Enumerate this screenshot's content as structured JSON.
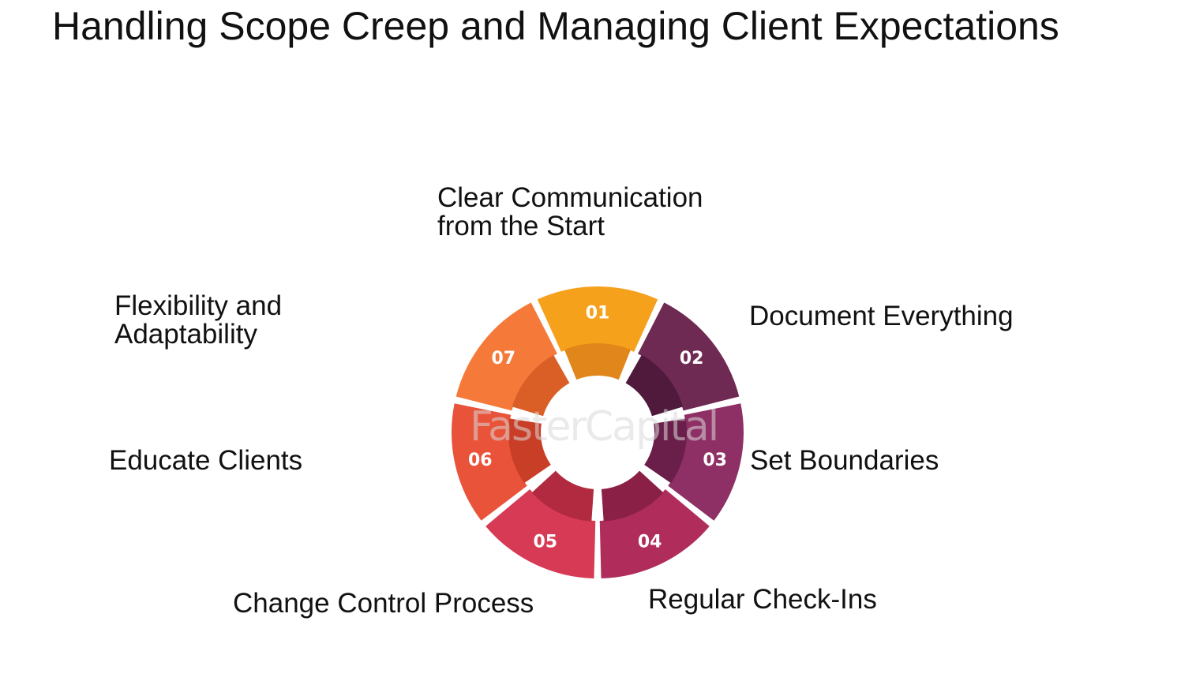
{
  "title": "Handling Scope Creep and Managing Client Expectations",
  "steps": [
    {
      "number": "01",
      "lines": [
        "Clear Communication",
        "from the Start"
      ],
      "color": "#F5A11C",
      "inner_color": "#E0861A"
    },
    {
      "number": "02",
      "lines": [
        "Document Everything"
      ],
      "color": "#6E2A52",
      "inner_color": "#4F1A3B"
    },
    {
      "number": "03",
      "lines": [
        "Set Boundaries"
      ],
      "color": "#8E2F65",
      "inner_color": "#6A1F4A"
    },
    {
      "number": "04",
      "lines": [
        "Regular Check-Ins"
      ],
      "color": "#B02C5B",
      "inner_color": "#8A2045"
    },
    {
      "number": "05",
      "lines": [
        "Change Control Process"
      ],
      "color": "#D63A55",
      "inner_color": "#B22A3F"
    },
    {
      "number": "06",
      "lines": [
        "Educate Clients"
      ],
      "color": "#E8533A",
      "inner_color": "#C93E26"
    },
    {
      "number": "07",
      "lines": [
        "Flexibility and",
        "Adaptability"
      ],
      "color": "#F57A3A",
      "inner_color": "#DA5F27"
    }
  ],
  "watermark": "FasterCapital"
}
